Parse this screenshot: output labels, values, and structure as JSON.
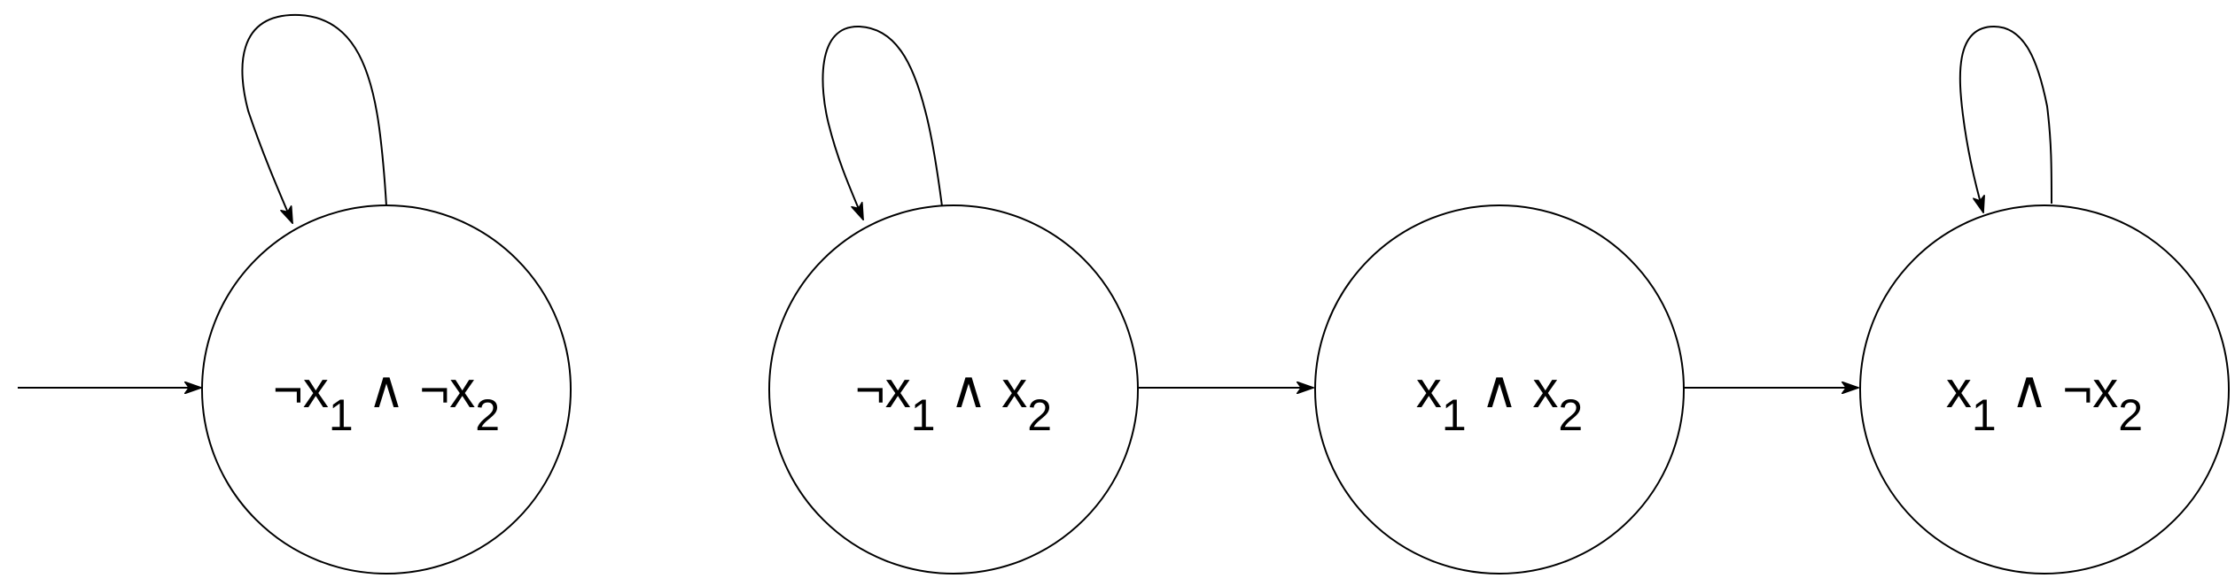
{
  "diagram": {
    "states": [
      {
        "id": "s1",
        "label": [
          {
            "t": "¬x"
          },
          {
            "t": "1",
            "sub": true
          },
          {
            "t": " ∧ ¬x"
          },
          {
            "t": "2",
            "sub": true
          }
        ],
        "initial": true,
        "self_loop": true
      },
      {
        "id": "s2",
        "label": [
          {
            "t": "¬x"
          },
          {
            "t": "1",
            "sub": true
          },
          {
            "t": " ∧ x"
          },
          {
            "t": "2",
            "sub": true
          }
        ],
        "initial": false,
        "self_loop": true
      },
      {
        "id": "s3",
        "label": [
          {
            "t": "x"
          },
          {
            "t": "1",
            "sub": true
          },
          {
            "t": " ∧ x"
          },
          {
            "t": "2",
            "sub": true
          }
        ],
        "initial": false,
        "self_loop": false
      },
      {
        "id": "s4",
        "label": [
          {
            "t": "x"
          },
          {
            "t": "1",
            "sub": true
          },
          {
            "t": " ∧ ¬x"
          },
          {
            "t": "2",
            "sub": true
          }
        ],
        "initial": false,
        "self_loop": true
      }
    ],
    "transitions": [
      {
        "from": "s2",
        "to": "s3"
      },
      {
        "from": "s3",
        "to": "s4"
      }
    ]
  }
}
